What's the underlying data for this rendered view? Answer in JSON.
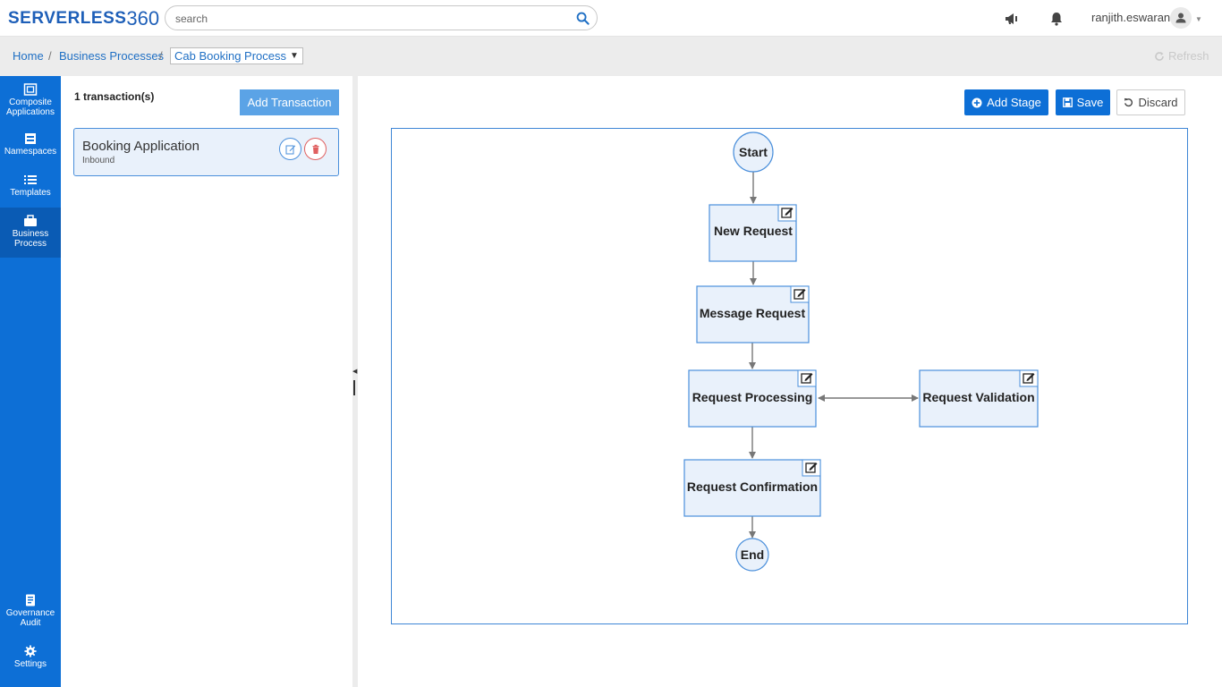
{
  "header": {
    "logo_text": "SERVERLESS",
    "logo_number": "360",
    "search_placeholder": "search",
    "username": "ranjith.eswaran"
  },
  "breadcrumb": {
    "home": "Home",
    "business_processes": "Business Processes",
    "current": "Cab Booking Process",
    "refresh": "Refresh"
  },
  "sidebar": {
    "items": [
      {
        "label": "Composite Applications",
        "icon": "composite-icon"
      },
      {
        "label": "Namespaces",
        "icon": "namespace-icon"
      },
      {
        "label": "Templates",
        "icon": "list-icon"
      },
      {
        "label": "Business Process",
        "icon": "briefcase-icon",
        "active": true
      },
      {
        "label": "Governance Audit",
        "icon": "audit-icon"
      },
      {
        "label": "Settings",
        "icon": "gear-icon"
      }
    ]
  },
  "transactions": {
    "count_label": "1 transaction(s)",
    "add_button": "Add Transaction",
    "items": [
      {
        "name": "Booking Application",
        "direction": "Inbound"
      }
    ]
  },
  "toolbar": {
    "add_stage": "Add Stage",
    "save": "Save",
    "discard": "Discard"
  },
  "flow": {
    "start": "Start",
    "end": "End",
    "stages": [
      "New Request",
      "Message Request",
      "Request Processing",
      "Request Validation",
      "Request Confirmation"
    ]
  },
  "colors": {
    "brand_blue": "#0d6fd6",
    "node_fill": "#e9f1fb",
    "node_border": "#4a8fdb"
  }
}
